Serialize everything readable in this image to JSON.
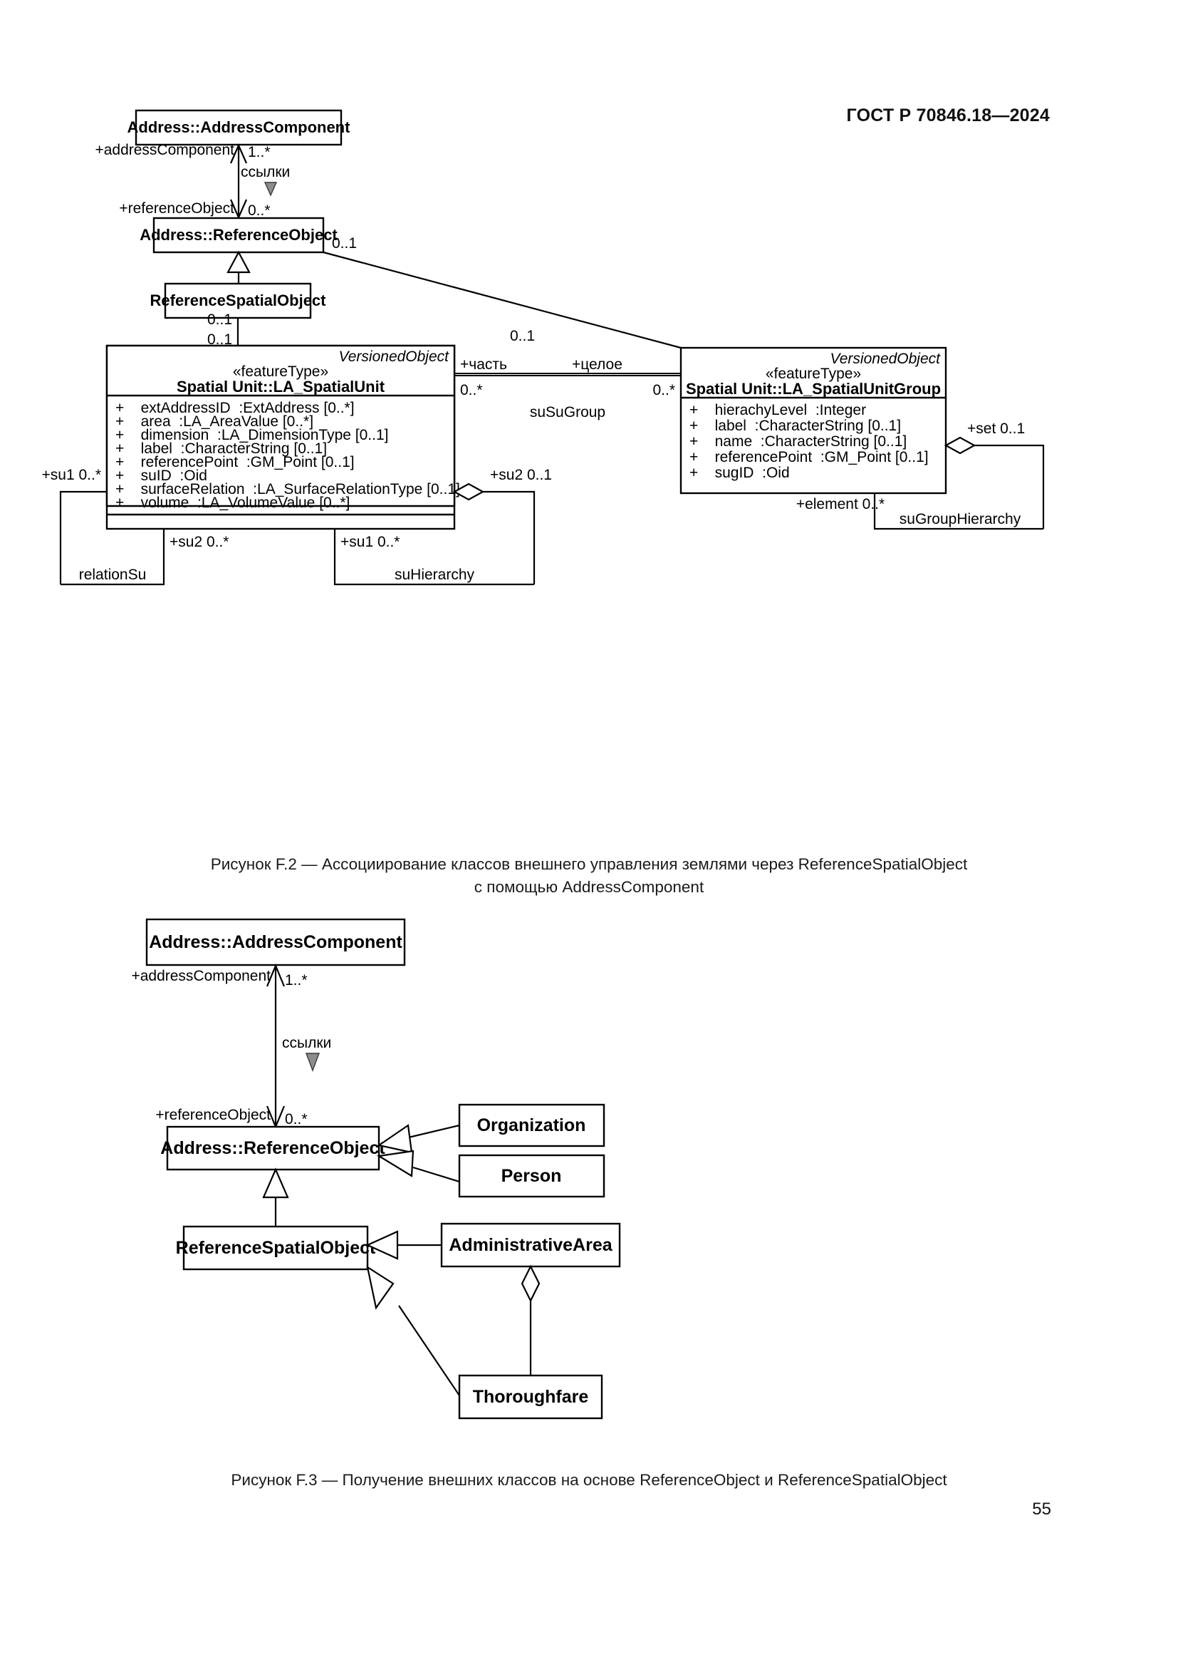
{
  "document": {
    "standard_header": "ГОСТ Р 70846.18—2024",
    "page_number": "55"
  },
  "figures": [
    {
      "id": "F.2",
      "caption_line1": "Рисунок F.2 — Ассоциирование классов внешнего управления землями через ReferenceSpatialObject",
      "caption_line2": "с помощью AddressComponent",
      "classes": {
        "address_component": {
          "name": "Address::AddressComponent"
        },
        "reference_object": {
          "name": "Address::ReferenceObject"
        },
        "reference_spatial_object": {
          "name": "ReferenceSpatialObject"
        },
        "spatial_unit": {
          "versioned": "VersionedObject",
          "stereotype": "«featureType»",
          "name": "Spatial Unit::LA_SpatialUnit",
          "attributes": [
            "+    extAddressID  :ExtAddress [0..*]",
            "+    area  :LA_AreaValue [0..*]",
            "+    dimension  :LA_DimensionType [0..1]",
            "+    label  :CharacterString [0..1]",
            "+    referencePoint  :GM_Point [0..1]",
            "+    suID  :Oid",
            "+    surfaceRelation  :LA_SurfaceRelationType [0..1]",
            "+    volume  :LA_VolumeValue [0..*]"
          ]
        },
        "spatial_unit_group": {
          "versioned": "VersionedObject",
          "stereotype": "«featureType»",
          "name": "Spatial Unit::LA_SpatialUnitGroup",
          "attributes": [
            "+    hierachyLevel  :Integer",
            "+    label  :CharacterString [0..1]",
            "+    name  :CharacterString [0..1]",
            "+    referencePoint  :GM_Point [0..1]",
            "+    sugID  :Oid"
          ]
        }
      },
      "labels": {
        "address_component_role": "+addressComponent",
        "address_component_mult": "1..*",
        "link_verb": "ссылки",
        "reference_object_role": "+referenceObject",
        "reference_object_mult": "0..*",
        "ro_to_sug_mult_near": "0..1",
        "ro_to_sug_mult_far": "0..1",
        "rso_mult_top": "0..1",
        "rso_mult_bottom": "0..1",
        "susugroup_part": "+часть",
        "susugroup_whole": "+целое",
        "susugroup_mult_left": "0..*",
        "susugroup_mult_right": "0..*",
        "susugroup_name": "suSuGroup",
        "set_role": "+set 0..1",
        "element_role": "+element 0..*",
        "sugrouphierarchy_name": "suGroupHierarchy",
        "su2_agg_role": "+su2 0..1",
        "su1_left_role": "+su1 0..*",
        "su2_bottom_role": "+su2 0..*",
        "su1_bottom_role": "+su1 0..*",
        "relationsu_name": "relationSu",
        "suhierarchy_name": "suHierarchy"
      }
    },
    {
      "id": "F.3",
      "caption_line1": "Рисунок F.3 — Получение внешних классов на основе ReferenceObject и ReferenceSpatialObject",
      "classes": {
        "address_component": {
          "name": "Address::AddressComponent"
        },
        "reference_object": {
          "name": "Address::ReferenceObject"
        },
        "reference_spatial_object": {
          "name": "ReferenceSpatialObject"
        },
        "organization": {
          "name": "Organization"
        },
        "person": {
          "name": "Person"
        },
        "administrative_area": {
          "name": "AdministrativeArea"
        },
        "thoroughfare": {
          "name": "Thoroughfare"
        }
      },
      "labels": {
        "address_component_role": "+addressComponent",
        "address_component_mult": "1..*",
        "link_verb": "ссылки",
        "reference_object_role": "+referenceObject",
        "reference_object_mult": "0..*"
      }
    }
  ]
}
